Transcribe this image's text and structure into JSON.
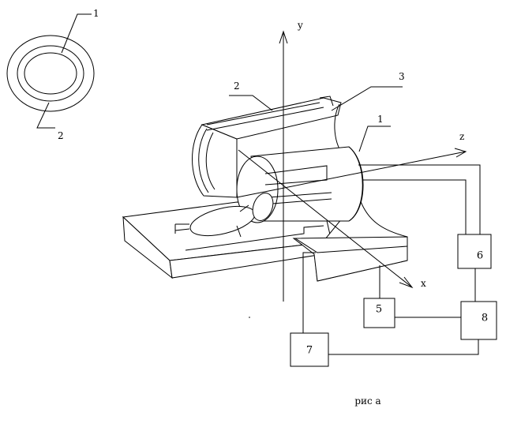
{
  "inset": {
    "label_outer_ring": "1",
    "label_inner_ring": "2"
  },
  "axes": {
    "y": "y",
    "z": "z",
    "x": "x"
  },
  "parts": {
    "label_2": "2",
    "label_3": "3",
    "label_1": "1"
  },
  "blocks": {
    "b5": "5",
    "b6": "6",
    "b7": "7",
    "b8": "8"
  },
  "caption": "рис а"
}
